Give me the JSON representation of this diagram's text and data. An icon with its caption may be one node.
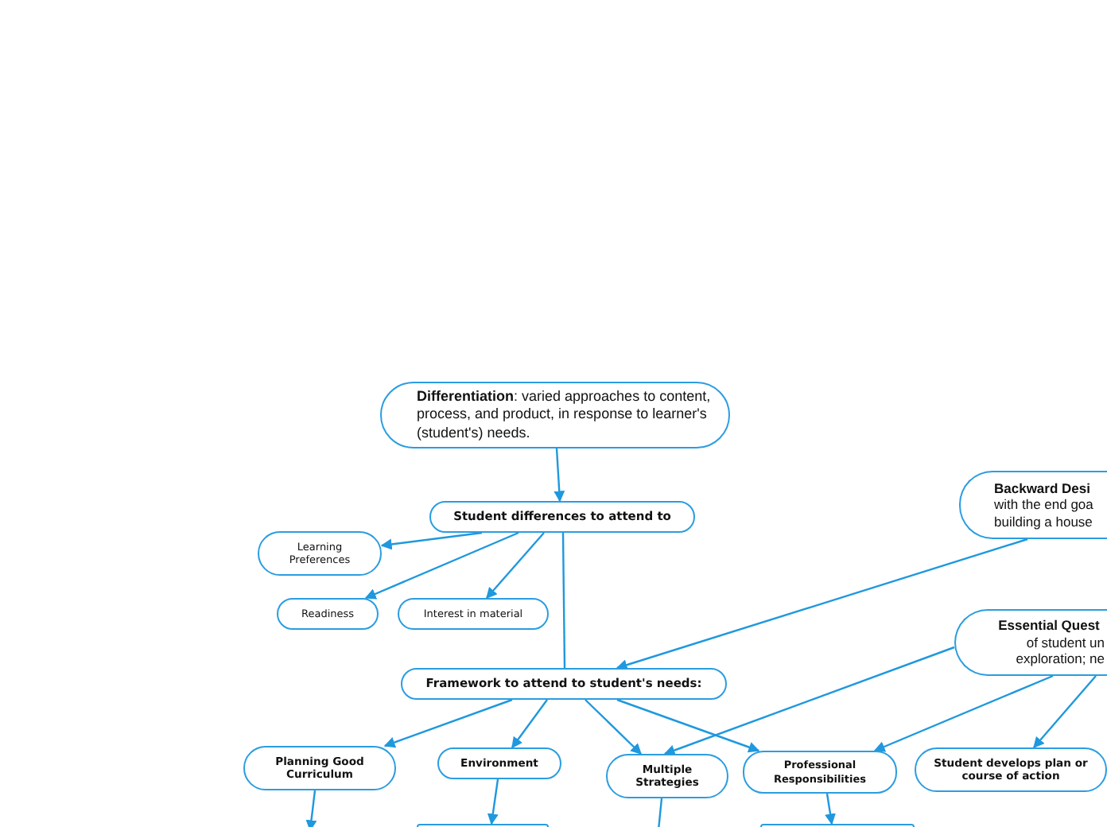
{
  "diagram": {
    "nodes": [
      {
        "text": [
          "**Differentiation**: varied approaches to content, process, and product, in response to learner's (student's) needs."
        ]
      },
      {
        "text": [
          "Student differences to attend to"
        ]
      },
      {
        "text": [
          "Backward Desi",
          "with the end goa building a house"
        ]
      },
      {
        "text": [
          "Learning Preferences"
        ]
      },
      {
        "text": [
          "Readiness"
        ]
      },
      {
        "text": [
          "Interest in material"
        ]
      },
      {
        "text": [
          "Essential Quest",
          "of student un exploration; ne"
        ]
      },
      {
        "text": [
          "Framework to attend to student's needs:"
        ]
      },
      {
        "text": [
          "Planning Good Curriculum"
        ]
      },
      {
        "text": [
          "Environment"
        ]
      },
      {
        "text": [
          "Multiple Strategies"
        ]
      },
      {
        "text": [
          "Professional Responsibilities"
        ]
      },
      {
        "text": [
          "Student develops plan or course of action"
        ]
      },
      {
        "text": [],
        "shape": "box"
      },
      {
        "text": [],
        "shape": "box"
      }
    ],
    "edges": [
      {
        "from": 0,
        "to": 1,
        "arrow": "to"
      },
      {
        "from": 1,
        "to": 3,
        "arrow": "to"
      },
      {
        "from": 1,
        "to": 4,
        "arrow": "to"
      },
      {
        "from": 1,
        "to": 5,
        "arrow": "to"
      },
      {
        "from": 1,
        "to": 7,
        "arrow": "none"
      },
      {
        "from": 2,
        "to": 7,
        "arrow": "to"
      },
      {
        "from": 6,
        "to": 10,
        "arrow": "to"
      },
      {
        "from": 6,
        "to": 11,
        "arrow": "to"
      },
      {
        "from": 6,
        "to": 12,
        "arrow": "to"
      },
      {
        "from": 7,
        "to": 8,
        "arrow": "to"
      },
      {
        "from": 7,
        "to": 9,
        "arrow": "to"
      },
      {
        "from": 7,
        "to": 10,
        "arrow": "to"
      },
      {
        "from": 7,
        "to": 11,
        "arrow": "to"
      },
      {
        "from": 8,
        "to": null,
        "arrow": "to"
      },
      {
        "from": 9,
        "to": 13,
        "arrow": "to"
      },
      {
        "from": 10,
        "to": null,
        "arrow": "none"
      },
      {
        "from": 11,
        "to": 14,
        "arrow": "to"
      }
    ]
  }
}
